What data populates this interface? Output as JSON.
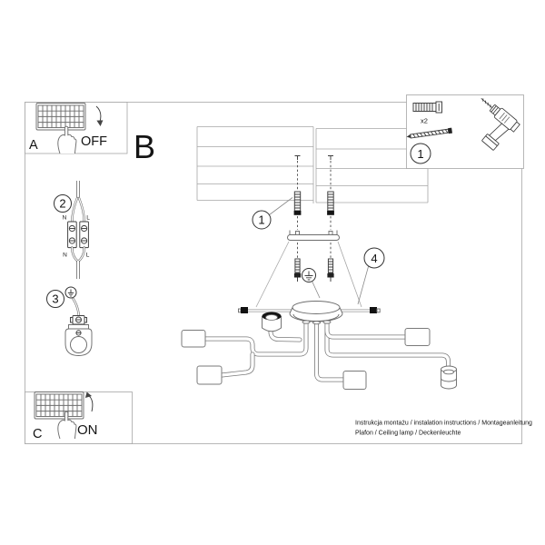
{
  "sections": {
    "a": {
      "label": "A",
      "state": "OFF"
    },
    "b": {
      "label": "B"
    },
    "c": {
      "label": "C",
      "state": "ON"
    }
  },
  "tools": {
    "step": "1",
    "qty": "x2"
  },
  "steps": {
    "ceiling": {
      "num": "1"
    },
    "wiring": {
      "num": "2",
      "t_top_l": "N",
      "t_top_r": "L",
      "t_bot_l": "N",
      "t_bot_r": "L"
    },
    "ground": {
      "num": "3"
    },
    "canopy": {
      "num": "4"
    }
  },
  "footer": {
    "line1": "Instrukcja montażu / instalation instructions / Montageanleitung",
    "line2": "Plafon / Ceiling lamp / Deckenleuchte"
  },
  "colors": {
    "line": "#6e6e6e",
    "hairline": "#a6a6a6",
    "ink": "#141414",
    "background": "#ffffff"
  }
}
